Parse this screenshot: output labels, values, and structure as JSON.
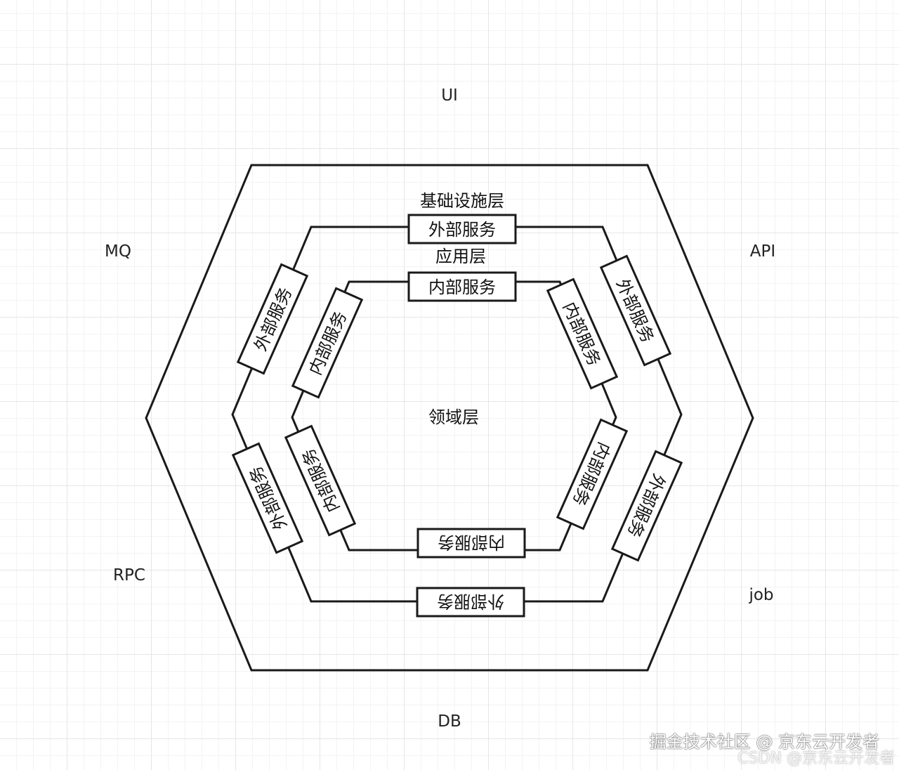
{
  "ports": {
    "ui": "UI",
    "api": "API",
    "mq": "MQ",
    "rpc": "RPC",
    "job": "job",
    "db": "DB"
  },
  "layers": {
    "infrastructure": "基础设施层",
    "application": "应用层",
    "domain": "领域层"
  },
  "outer_ring_boxes": [
    "外部服务",
    "外部服务",
    "外部服务",
    "外部服务",
    "外部服务",
    "外部服务"
  ],
  "inner_ring_boxes": [
    "内部服务",
    "内部服务",
    "内部服务",
    "内部服务",
    "内部服务",
    "内部服务"
  ],
  "watermarks": {
    "line1": "掘金技术社区 @ 京东云开发者",
    "line2": "CSDN @京东云开发者"
  }
}
